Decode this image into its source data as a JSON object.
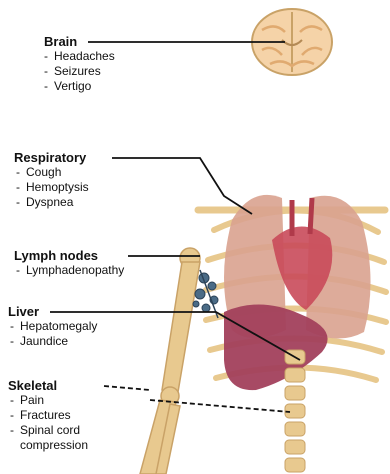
{
  "sections": {
    "brain": {
      "title": "Brain",
      "items": [
        "Headaches",
        "Seizures",
        "Vertigo"
      ]
    },
    "respiratory": {
      "title": "Respiratory",
      "items": [
        "Cough",
        "Hemoptysis",
        "Dyspnea"
      ]
    },
    "lymph": {
      "title": "Lymph nodes",
      "items": [
        "Lymphadenopathy"
      ]
    },
    "liver": {
      "title": "Liver",
      "items": [
        "Hepatomegaly",
        "Jaundice"
      ]
    },
    "skeletal": {
      "title": "Skeletal",
      "items": [
        "Pain",
        "Fractures",
        "Spinal cord",
        "compression"
      ]
    }
  },
  "colors": {
    "bone": "#e8c98f",
    "bone_dark": "#c9a267",
    "brain": "#f5d3a8",
    "lung": "#d9a28f",
    "heart": "#c94a5a",
    "liver": "#a2405c",
    "lymph": "#4a6b86",
    "leader": "#111111"
  }
}
